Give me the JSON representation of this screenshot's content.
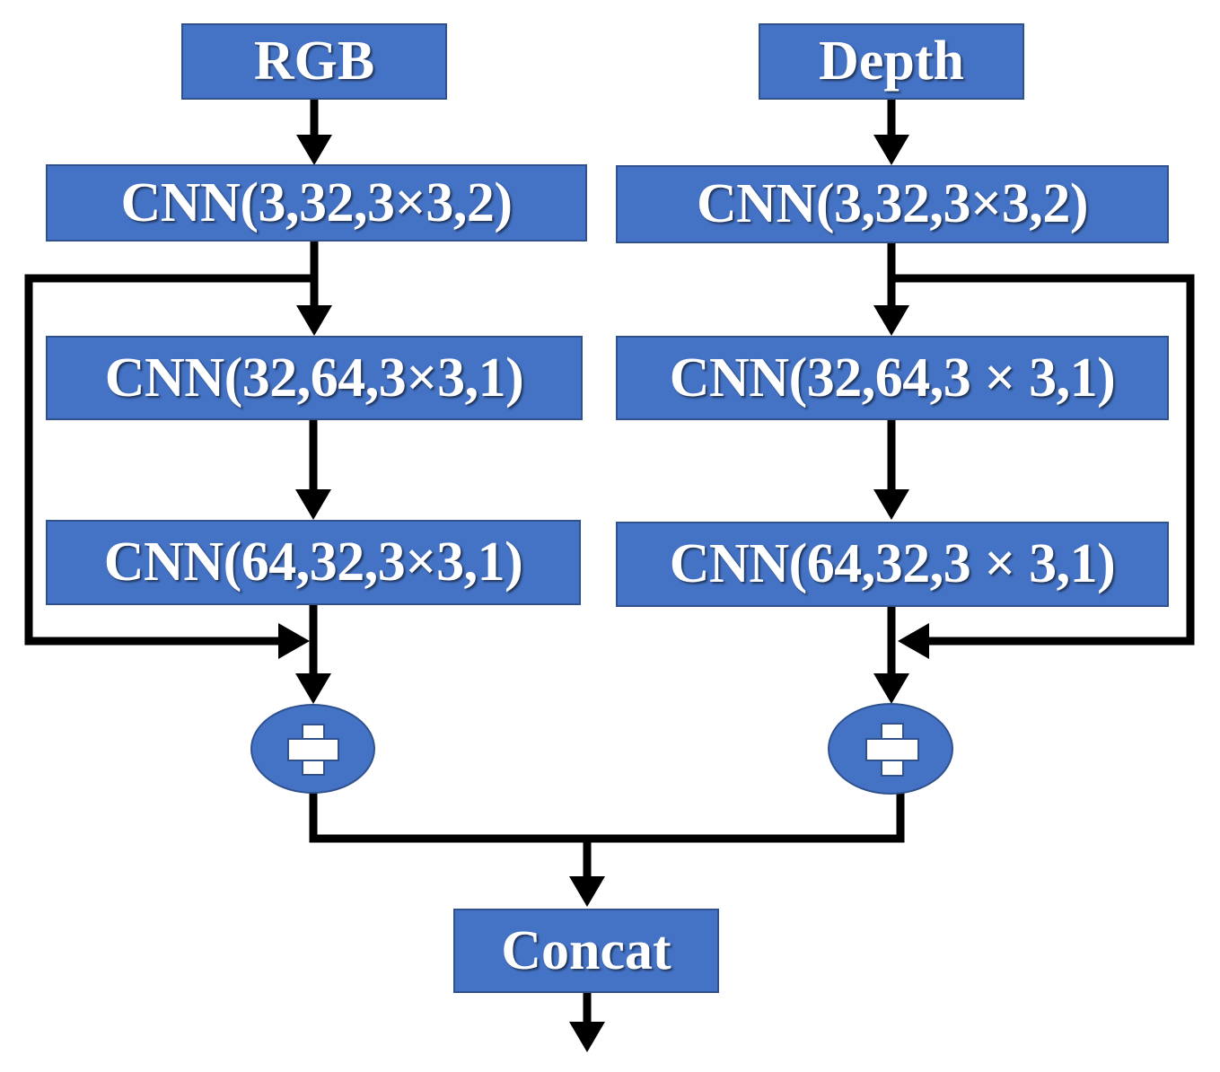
{
  "diagram": {
    "left_branch": {
      "input_label": "RGB",
      "layers": [
        "CNN(3,32,3×3,2)",
        "CNN(32,64,3×3,1)",
        "CNN(64,32,3×3,1)"
      ],
      "merge_icon": "plus-icon"
    },
    "right_branch": {
      "input_label": "Depth",
      "layers": [
        "CNN(3,32,3×3,2)",
        "CNN(32,64,3 × 3,1)",
        "CNN(64,32,3 × 3,1)"
      ],
      "merge_icon": "plus-icon"
    },
    "output_label": "Concat",
    "colors": {
      "box_fill": "#4472c4",
      "box_border": "#2f528f",
      "text": "#ffffff",
      "connector": "#000000"
    }
  }
}
